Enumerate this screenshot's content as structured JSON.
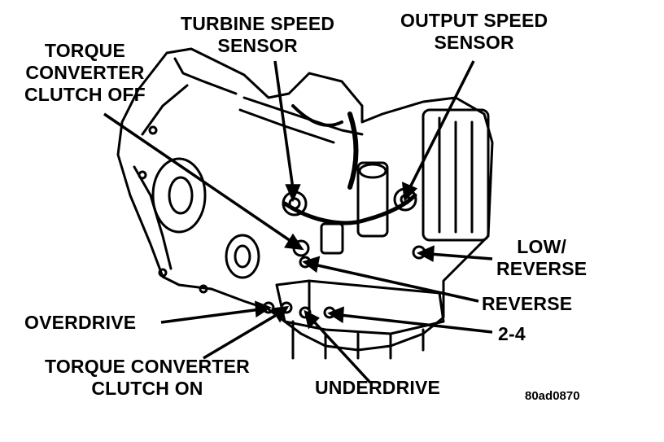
{
  "labels": {
    "turbine_speed_sensor": [
      "TURBINE SPEED",
      "SENSOR"
    ],
    "output_speed_sensor": [
      "OUTPUT SPEED",
      "SENSOR"
    ],
    "torque_converter_clutch_off": [
      "TORQUE",
      "CONVERTER",
      "CLUTCH OFF"
    ],
    "low_reverse": [
      "LOW/",
      "REVERSE"
    ],
    "reverse": "REVERSE",
    "overdrive": "OVERDRIVE",
    "two_four": "2-4",
    "torque_converter_clutch_on": [
      "TORQUE CONVERTER",
      "CLUTCH ON"
    ],
    "underdrive": "UNDERDRIVE"
  },
  "figure_code": "80ad0870"
}
